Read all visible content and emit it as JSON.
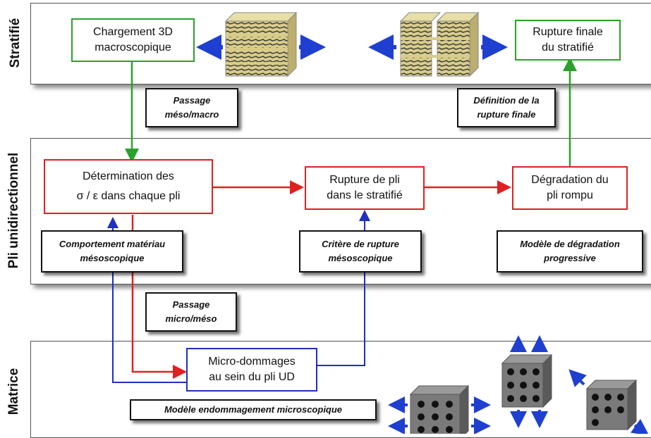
{
  "bands": {
    "stratifie": "Stratifié",
    "pli": "Pli unidirectionnel",
    "matrice": "Matrice"
  },
  "boxes": {
    "chargement": [
      "Chargement 3D",
      "macroscopique"
    ],
    "rupture_finale": [
      "Rupture finale",
      "du stratifié"
    ],
    "determination": [
      "Détermination des",
      "σ / ε dans chaque pli"
    ],
    "rupture_pli": [
      "Rupture de pli",
      "dans le stratifié"
    ],
    "degradation": [
      "Dégradation du",
      "pli rompu"
    ],
    "micro": [
      "Micro-dommages",
      "au sein du pli UD"
    ]
  },
  "notes": {
    "passage_meso_macro": [
      "Passage",
      "méso/macro"
    ],
    "definition": [
      "Définition de la",
      "rupture finale"
    ],
    "comportement": [
      "Comportement matériau",
      "mésoscopique"
    ],
    "critere": [
      "Critère de rupture",
      "mésoscopique"
    ],
    "modele_degradation": [
      "Modèle de dégradation",
      "progressive"
    ],
    "passage_micro_meso": [
      "Passage",
      "micro/méso"
    ],
    "modele_endommagement": [
      "Modèle endommagement microscopique"
    ]
  },
  "colors": {
    "green": "#2ca02c",
    "red": "#e02020",
    "blue": "#1f2fbf",
    "laminate": "#d8cc8a"
  },
  "icons": [
    "laminate-block-icon",
    "cracked-laminate-icon",
    "matrix-cube-icon"
  ]
}
